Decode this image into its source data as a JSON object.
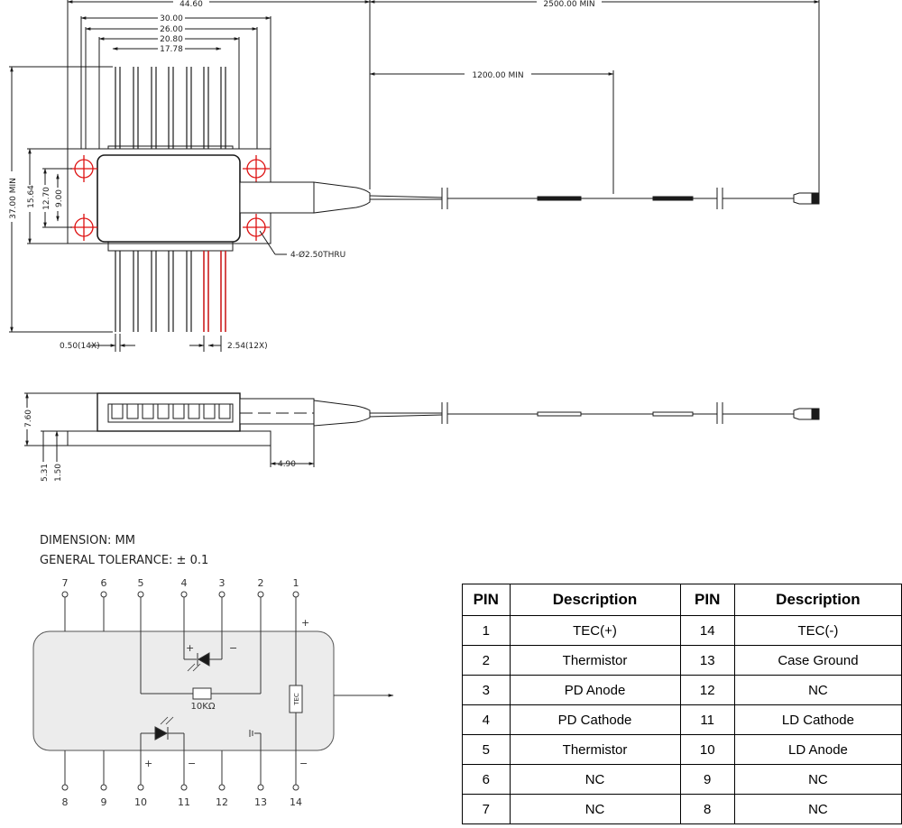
{
  "mechanical_drawing": {
    "dimension_labels": {
      "overall_width": "44.60",
      "pin_span_30": "30.00",
      "pin_span_26": "26.00",
      "pin_span_20": "20.80",
      "pin_span_17": "17.78",
      "fiber_length": "2500.00 MIN",
      "fiber_to_connector": "1200.00 MIN",
      "overall_height": "37.00 MIN",
      "body_height": "15.64",
      "hole_spacing": "12.70",
      "hole_offset": "9.00",
      "mounting_holes": "4-Ø2.50THRU",
      "pin_width": "0.50(14X)",
      "pin_pitch": "2.54(12X)",
      "side_height": "7.60",
      "base_height": "5.31",
      "base_thickness": "1.50",
      "boot_length": "4.90"
    }
  },
  "notes": {
    "dimension_unit": "DIMENSION: MM",
    "tolerance": "GENERAL TOLERANCE: ± 0.1"
  },
  "schematic": {
    "top_pins": [
      "7",
      "6",
      "5",
      "4",
      "3",
      "2",
      "1"
    ],
    "bottom_pins": [
      "8",
      "9",
      "10",
      "11",
      "12",
      "13",
      "14"
    ],
    "resistor_label": "10KΩ",
    "tec_label": "TEC",
    "plus_sign": "+",
    "minus_sign": "−"
  },
  "pin_table": {
    "headers": [
      "PIN",
      "Description",
      "PIN",
      "Description"
    ],
    "rows": [
      [
        "1",
        "TEC(+)",
        "14",
        "TEC(-)"
      ],
      [
        "2",
        "Thermistor",
        "13",
        "Case Ground"
      ],
      [
        "3",
        "PD Anode",
        "12",
        "NC"
      ],
      [
        "4",
        "PD Cathode",
        "11",
        "LD Cathode"
      ],
      [
        "5",
        "Thermistor",
        "10",
        "LD Anode"
      ],
      [
        "6",
        "NC",
        "9",
        "NC"
      ],
      [
        "7",
        "NC",
        "8",
        "NC"
      ]
    ]
  },
  "colors": {
    "line": "#1a1a1a",
    "mount_hole": "#dd1111",
    "highlight_pin": "#cc1f1f",
    "schematic_body": "#ececec"
  }
}
